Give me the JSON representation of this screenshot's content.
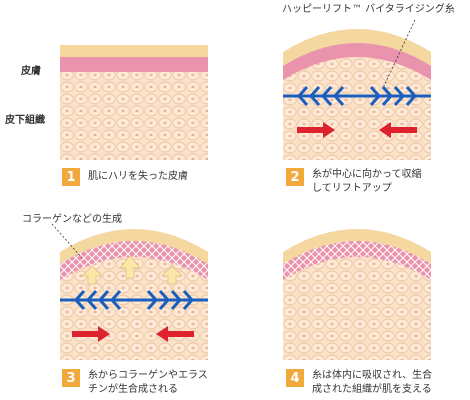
{
  "labels": {
    "skin": "皮膚",
    "subcutaneous": "皮下組織"
  },
  "steps": [
    {
      "num": "1",
      "caption": "肌にハリを失った皮膚"
    },
    {
      "num": "2",
      "caption": "糸が中心に向かって収縮\nしてリフトアップ"
    },
    {
      "num": "3",
      "caption": "糸からコラーゲンやエラス\nチンが生合成される"
    },
    {
      "num": "4",
      "caption": "糸は体内に吸収され、生合\n成された組織が肌を支える"
    }
  ],
  "callouts": {
    "thread": "ハッピーリフト™ バイタライジング糸",
    "collagen": "コラーゲンなどの生成"
  },
  "colors": {
    "top_layer": "#f5d7a0",
    "pink_band": "#e993ac",
    "tissue": "#fbe2c8",
    "cell_outline": "#ecc6a7",
    "nucleus": "#e9b3a2",
    "thread": "#1a5fbf",
    "arrow_red": "#e0222e",
    "badge": "#f2a93b",
    "up_arrow": "#fbe8a8"
  },
  "icons": [
    "barb-chevron-icon",
    "contraction-arrow-icon",
    "up-arrow-icon"
  ]
}
